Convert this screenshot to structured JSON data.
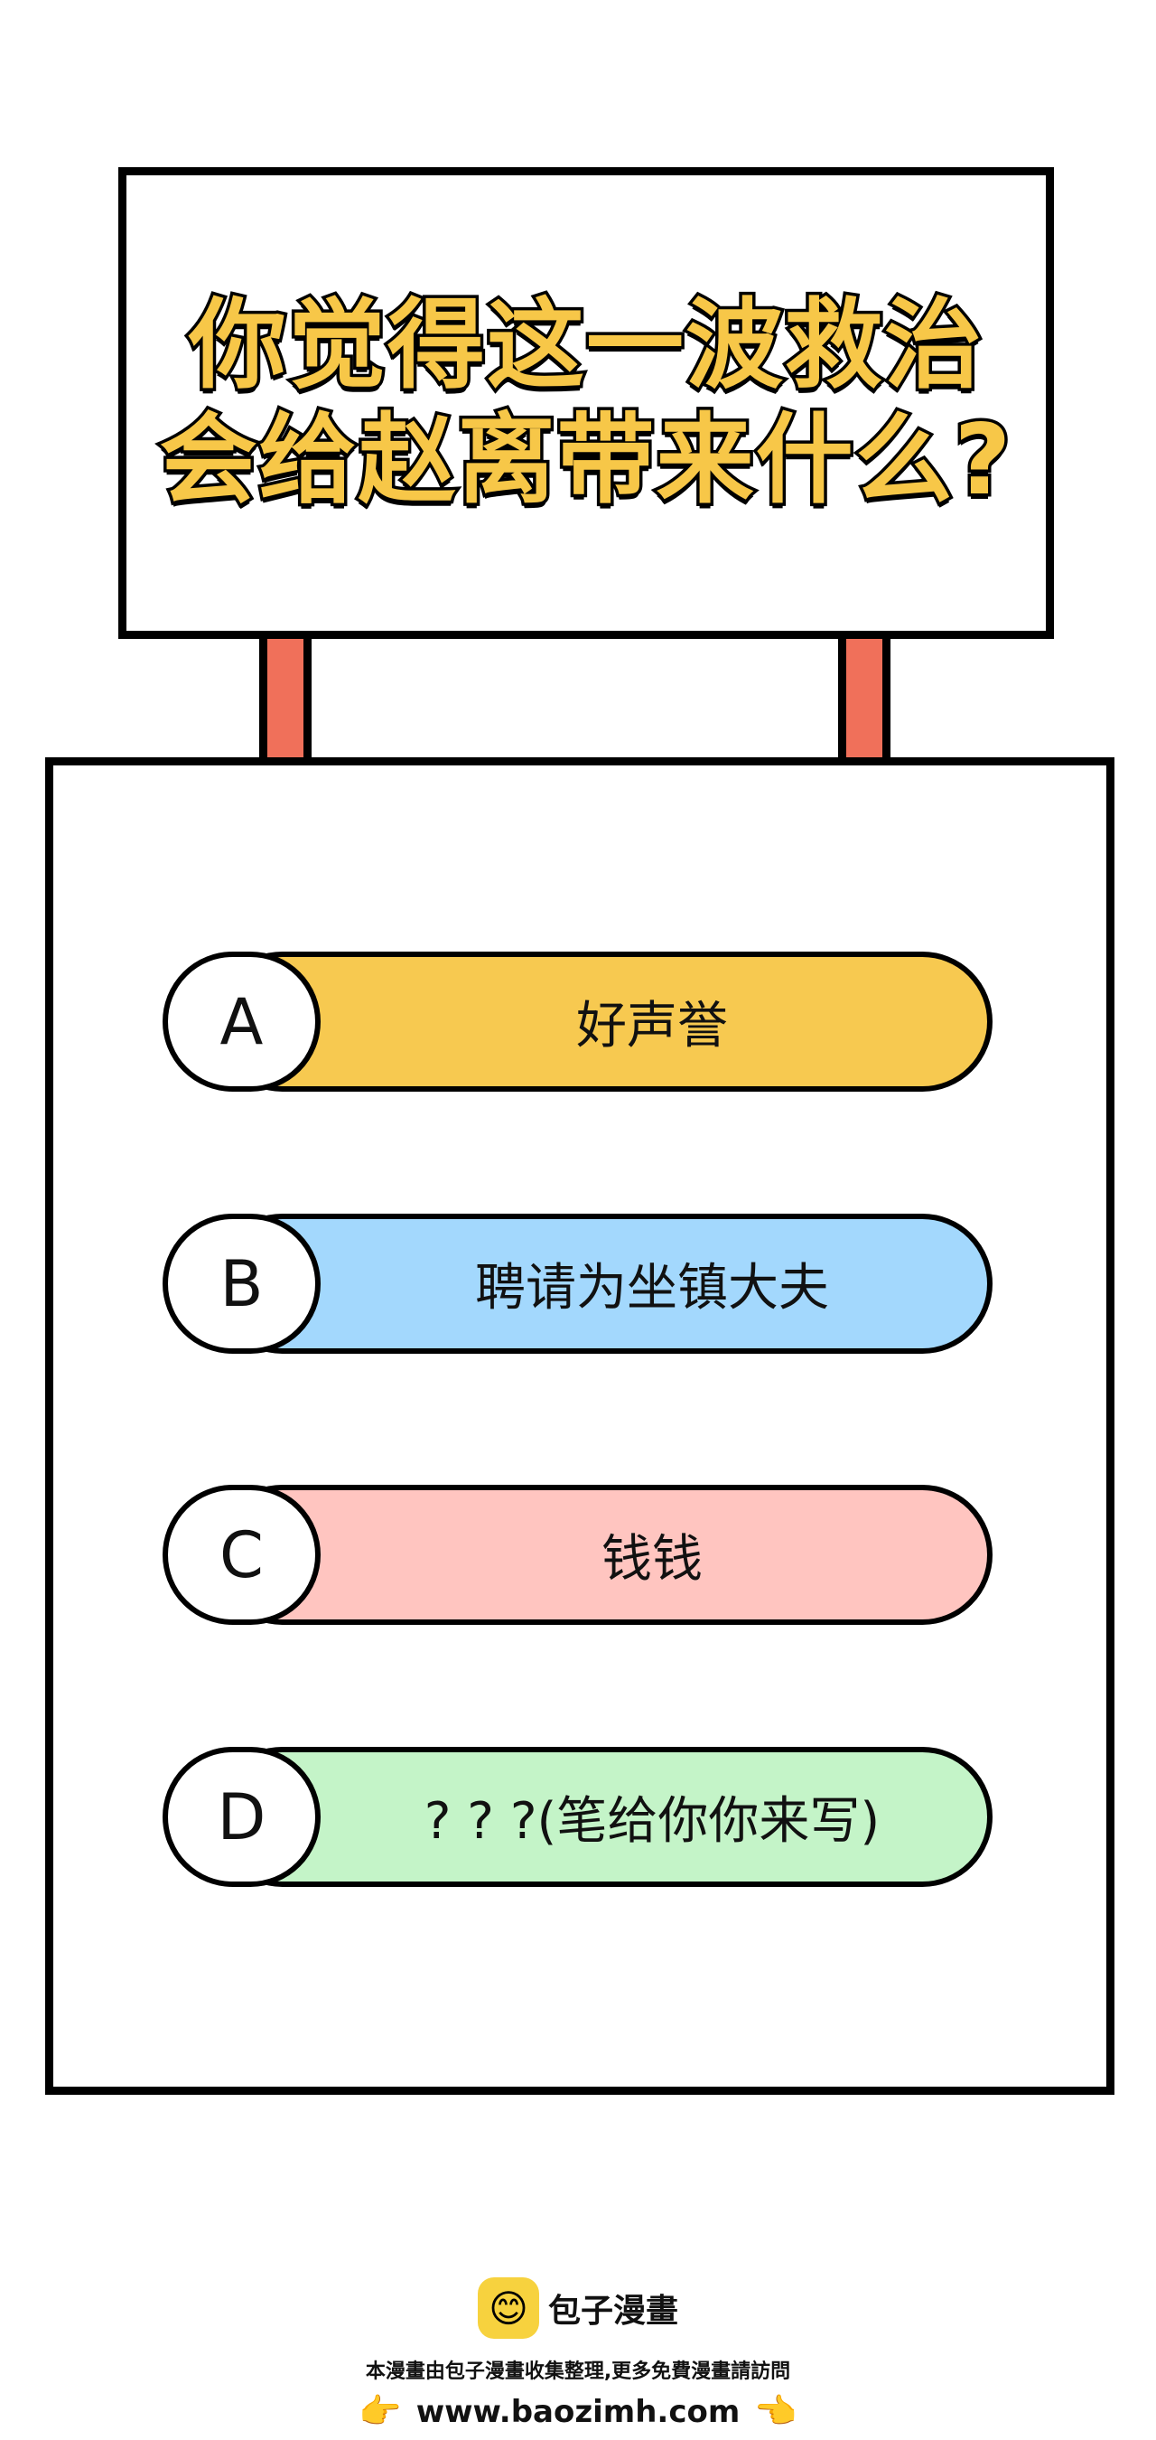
{
  "sign": {
    "title_line_1": "你觉得这一波救治",
    "title_line_2": "会给赵离带来什么?",
    "title_color": "#f7c748"
  },
  "options": [
    {
      "letter": "A",
      "text": "好声誉",
      "color": "#f7c950"
    },
    {
      "letter": "B",
      "text": "聘请为坐镇大夫",
      "color": "#a3d8fd"
    },
    {
      "letter": "C",
      "text": "钱钱",
      "color": "#ffc5c0"
    },
    {
      "letter": "D",
      "text": "? ? ?(笔给你你来写)",
      "color": "#c4f4c8"
    }
  ],
  "footer": {
    "brand_icon": "bun-mascot-icon",
    "brand_name": "包子漫畫",
    "note": "本漫畫由包子漫畫收集整理,更多免費漫畫請訪問",
    "hand_left_icon": "hand-pointing-right-icon",
    "url": "www.baozimh.com",
    "hand_right_icon": "hand-pointing-left-icon"
  }
}
